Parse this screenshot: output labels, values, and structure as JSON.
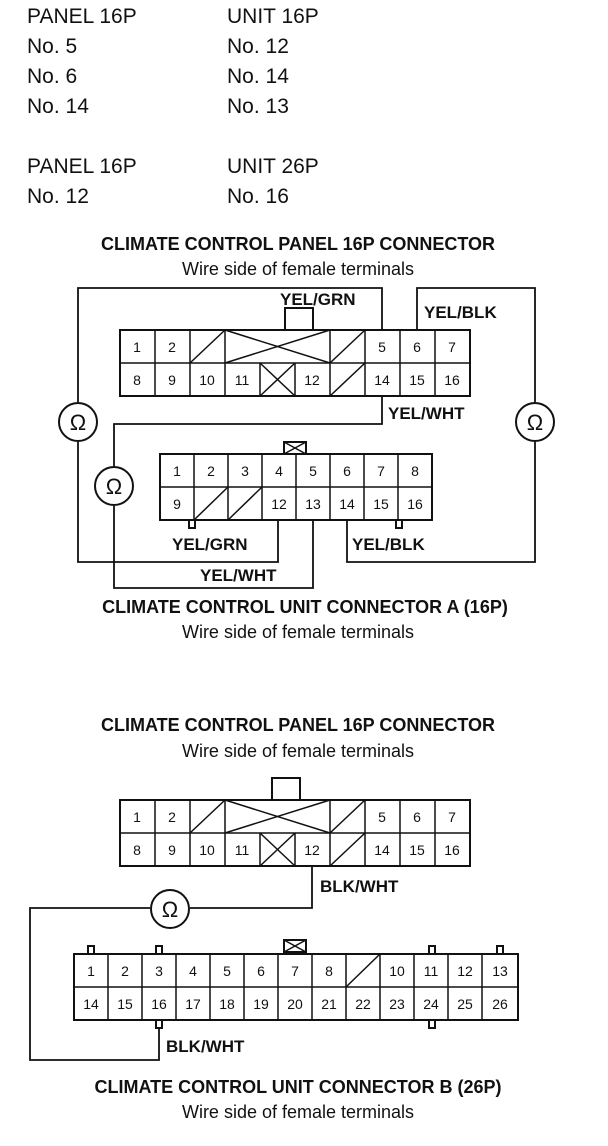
{
  "pin_tables": [
    {
      "headers": [
        "PANEL 16P",
        "UNIT 16P"
      ],
      "rows": [
        [
          "No. 5",
          "No. 12"
        ],
        [
          "No. 6",
          "No. 14"
        ],
        [
          "No. 14",
          "No. 13"
        ]
      ]
    },
    {
      "headers": [
        "PANEL 16P",
        "UNIT 26P"
      ],
      "rows": [
        [
          "No. 12",
          "No. 16"
        ]
      ]
    }
  ],
  "diagram1": {
    "panel_title": "CLIMATE CONTROL PANEL 16P CONNECTOR",
    "panel_subtitle": "Wire side of female terminals",
    "unit_title": "CLIMATE CONTROL UNIT CONNECTOR A (16P)",
    "unit_subtitle": "Wire side of female terminals",
    "wires": [
      "YEL/GRN",
      "YEL/BLK",
      "YEL/WHT",
      "YEL/GRN",
      "YEL/BLK",
      "YEL/WHT"
    ],
    "ohm_symbol": "Ω",
    "panel_pins": [
      [
        "1",
        "2",
        "",
        "",
        "",
        "5",
        "6",
        "7"
      ],
      [
        "8",
        "9",
        "10",
        "11",
        "",
        "12",
        "",
        "14",
        "15",
        "16"
      ]
    ],
    "unit_pins": [
      [
        "1",
        "2",
        "3",
        "4",
        "5",
        "6",
        "7",
        "8"
      ],
      [
        "9",
        "",
        "",
        "12",
        "13",
        "14",
        "15",
        "16"
      ]
    ]
  },
  "diagram2": {
    "panel_title": "CLIMATE CONTROL PANEL 16P CONNECTOR",
    "panel_subtitle": "Wire side of female terminals",
    "unit_title": "CLIMATE CONTROL UNIT CONNECTOR B (26P)",
    "unit_subtitle": "Wire side of female terminals",
    "wires": [
      "BLK/WHT",
      "BLK/WHT"
    ],
    "ohm_symbol": "Ω",
    "unit_pins": [
      [
        "1",
        "2",
        "3",
        "4",
        "5",
        "6",
        "7",
        "8",
        "",
        "10",
        "11",
        "12",
        "13"
      ],
      [
        "14",
        "15",
        "16",
        "17",
        "18",
        "19",
        "20",
        "21",
        "22",
        "23",
        "24",
        "25",
        "26"
      ]
    ]
  }
}
